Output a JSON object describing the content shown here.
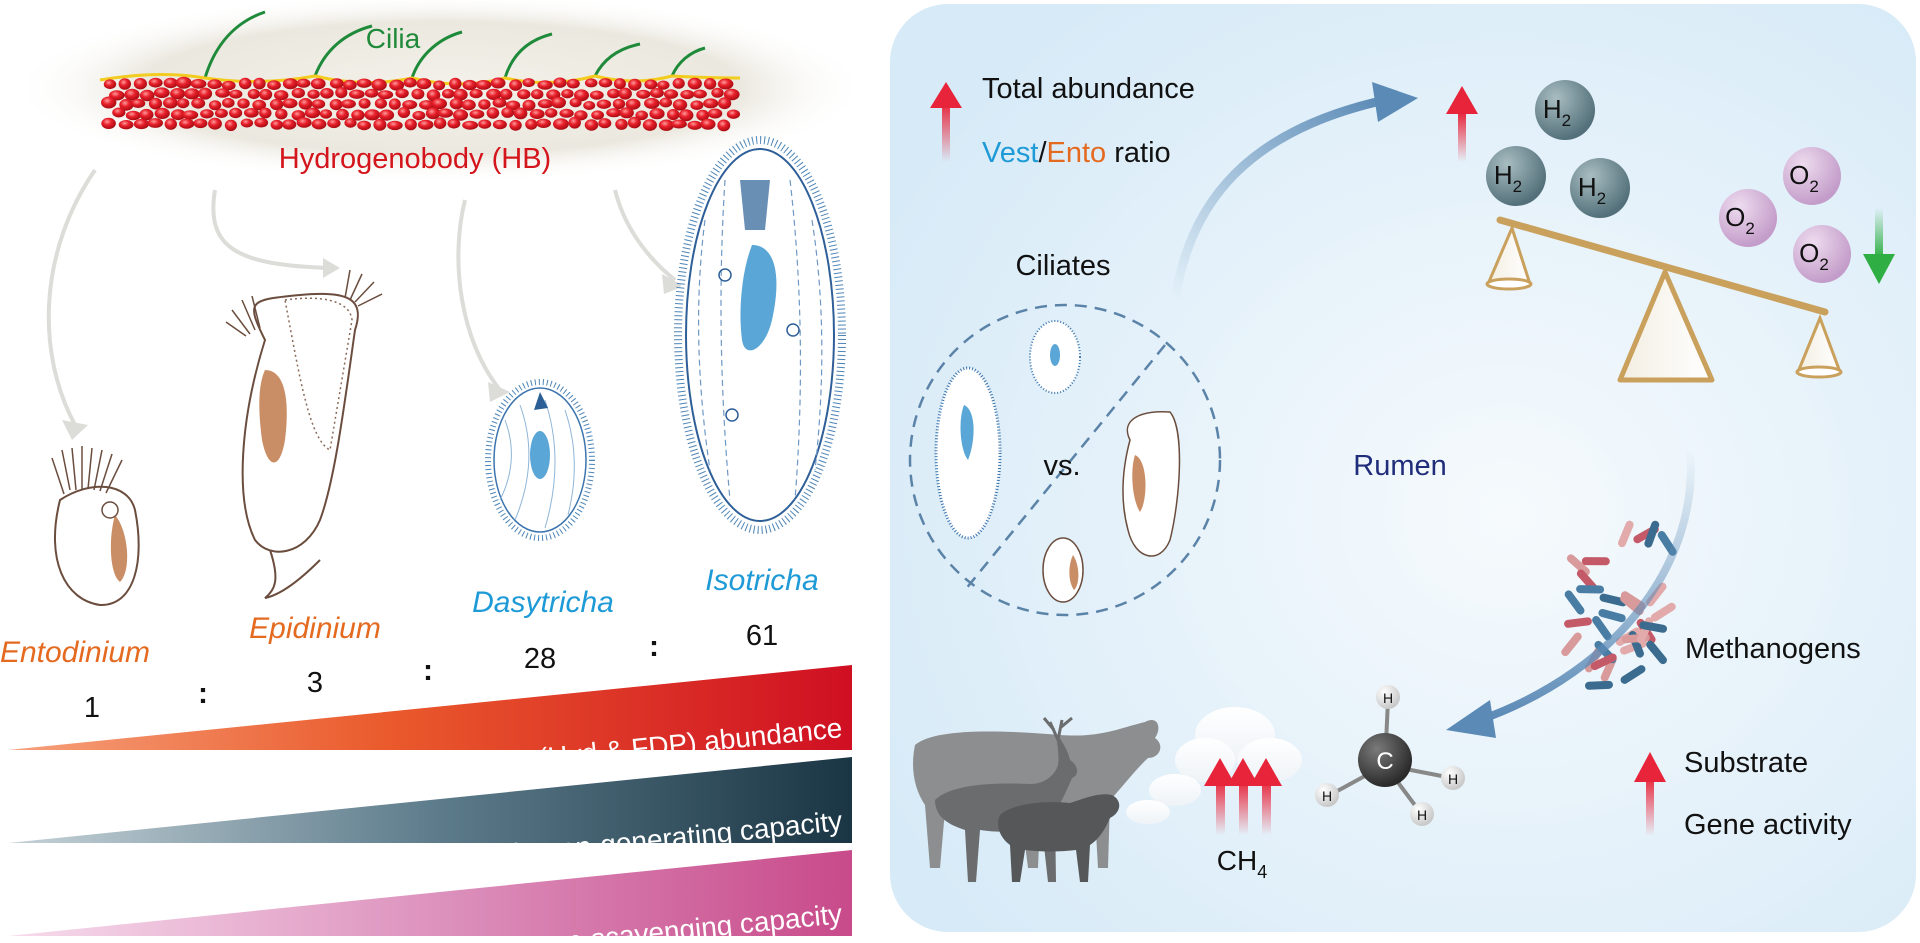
{
  "colors": {
    "hb_red": "#d4151c",
    "cilia_green": "#1f8a3a",
    "entodinium_orange": "#e46a20",
    "isotricha_blue": "#1e9ad6",
    "hb_bar": "#d01521",
    "hydrogen_bar": "#1d3c4c",
    "oxygen_bar": "#c94d8c",
    "rumen_navy": "#1f2d7a",
    "arrow_red": "#e5243b",
    "arrow_green": "#34b34a",
    "balance_gold": "#c9a05c"
  },
  "left": {
    "cilia_label": "Cilia",
    "hb_label": "Hydrogenobody (HB)",
    "species": [
      {
        "name": "Entodinium",
        "ratio": "1",
        "color": "#e46a20"
      },
      {
        "name": "Epidinium",
        "ratio": "3",
        "color": "#e46a20"
      },
      {
        "name": "Dasytricha",
        "ratio": "28",
        "color": "#1e9ad6"
      },
      {
        "name": "Isotricha",
        "ratio": "61",
        "color": "#1e9ad6"
      }
    ],
    "separator": ":",
    "bars": [
      {
        "label": "HB (Hyd & FDP) abundance"
      },
      {
        "label": "Hydrogen-generating capacity"
      },
      {
        "label": "Oxygen-scavenging capacity"
      }
    ]
  },
  "right": {
    "legend": {
      "total_abundance": "Total abundance",
      "vest": "Vest",
      "slash": "/",
      "ento": "Ento",
      "ratio": " ratio"
    },
    "ciliates_label": "Ciliates",
    "vs_label": "vs.",
    "rumen_label": "Rumen",
    "methanogens_label": "Methanogens",
    "substrate_label": "Substrate",
    "gene_activity_label": "Gene activity",
    "h2_base": "H",
    "o2_base": "O",
    "sub_2": "2",
    "carbon": "C",
    "hydrogen_atom": "H",
    "ch4_base": "CH",
    "ch4_sub": "4"
  }
}
